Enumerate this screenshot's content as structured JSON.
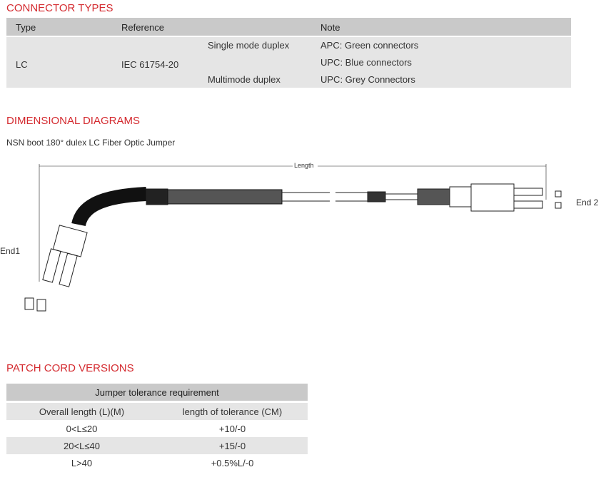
{
  "connector_types": {
    "heading": "CONNECTOR TYPES",
    "headers": [
      "Type",
      "Reference",
      "",
      "Note"
    ],
    "type": "LC",
    "reference": "IEC 61754-20",
    "modes": [
      "Single mode duplex",
      "Multimode duplex"
    ],
    "notes": [
      "APC: Green connectors",
      "UPC: Blue connectors",
      "UPC: Grey Connectors"
    ]
  },
  "dimensional": {
    "heading": "DIMENSIONAL DIAGRAMS",
    "subtitle": "NSN boot 180° dulex LC Fiber Optic Jumper",
    "length_label": "Length",
    "end1": "End1",
    "end2": "End 2"
  },
  "patch_cord": {
    "heading": "PATCH CORD VERSIONS",
    "title": "Jumper tolerance requirement",
    "headers": [
      "Overall length (L)(M)",
      "length of tolerance (CM)"
    ],
    "rows": [
      [
        "0<L≤20",
        "+10/-0"
      ],
      [
        "20<L≤40",
        "+15/-0"
      ],
      [
        "L>40",
        "+0.5%L/-0"
      ]
    ]
  }
}
